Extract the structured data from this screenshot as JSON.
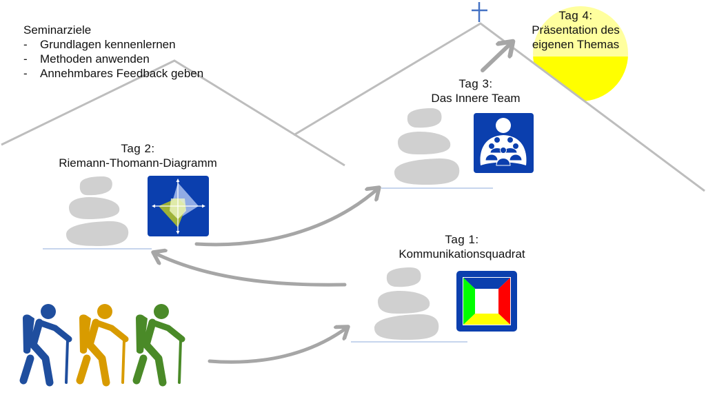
{
  "goals": {
    "title": "Seminarziele",
    "bullet": "-",
    "items": [
      "Grundlagen kennenlernen",
      "Methoden anwenden",
      "Annehmbares Feedback geben"
    ]
  },
  "stages": [
    {
      "day": "Tag 1:",
      "topic": "Kommunikationsquadrat",
      "icon": "communication-square-icon"
    },
    {
      "day": "Tag 2:",
      "topic": "Riemann-Thomann-Diagramm",
      "icon": "riemann-diamond-icon"
    },
    {
      "day": "Tag 3:",
      "topic": "Das Innere Team",
      "icon": "inner-team-icon"
    },
    {
      "day": "Tag 4:",
      "topic_line1": "Präsentation des",
      "topic_line2": "eigenen Themas",
      "icon": "sun-icon"
    }
  ],
  "hikers": [
    "hiker-blue",
    "hiker-orange",
    "hiker-green"
  ],
  "colors": {
    "mountain": "#bdbdbd",
    "arrow": "#a6a6a6",
    "stone": "#d0d0d0",
    "ground": "#b4c7e7",
    "icon_bg": "#0b3fae",
    "sun": "#ffff00",
    "summit_cross": "#4472c4",
    "hiker_blue": "#1f4e9e",
    "hiker_orange": "#d89b00",
    "hiker_green": "#4a8a28",
    "quad_green": "#00ff00",
    "quad_red": "#ff0000",
    "quad_yellow": "#ffff00",
    "quad_blue": "#0b3fae"
  }
}
